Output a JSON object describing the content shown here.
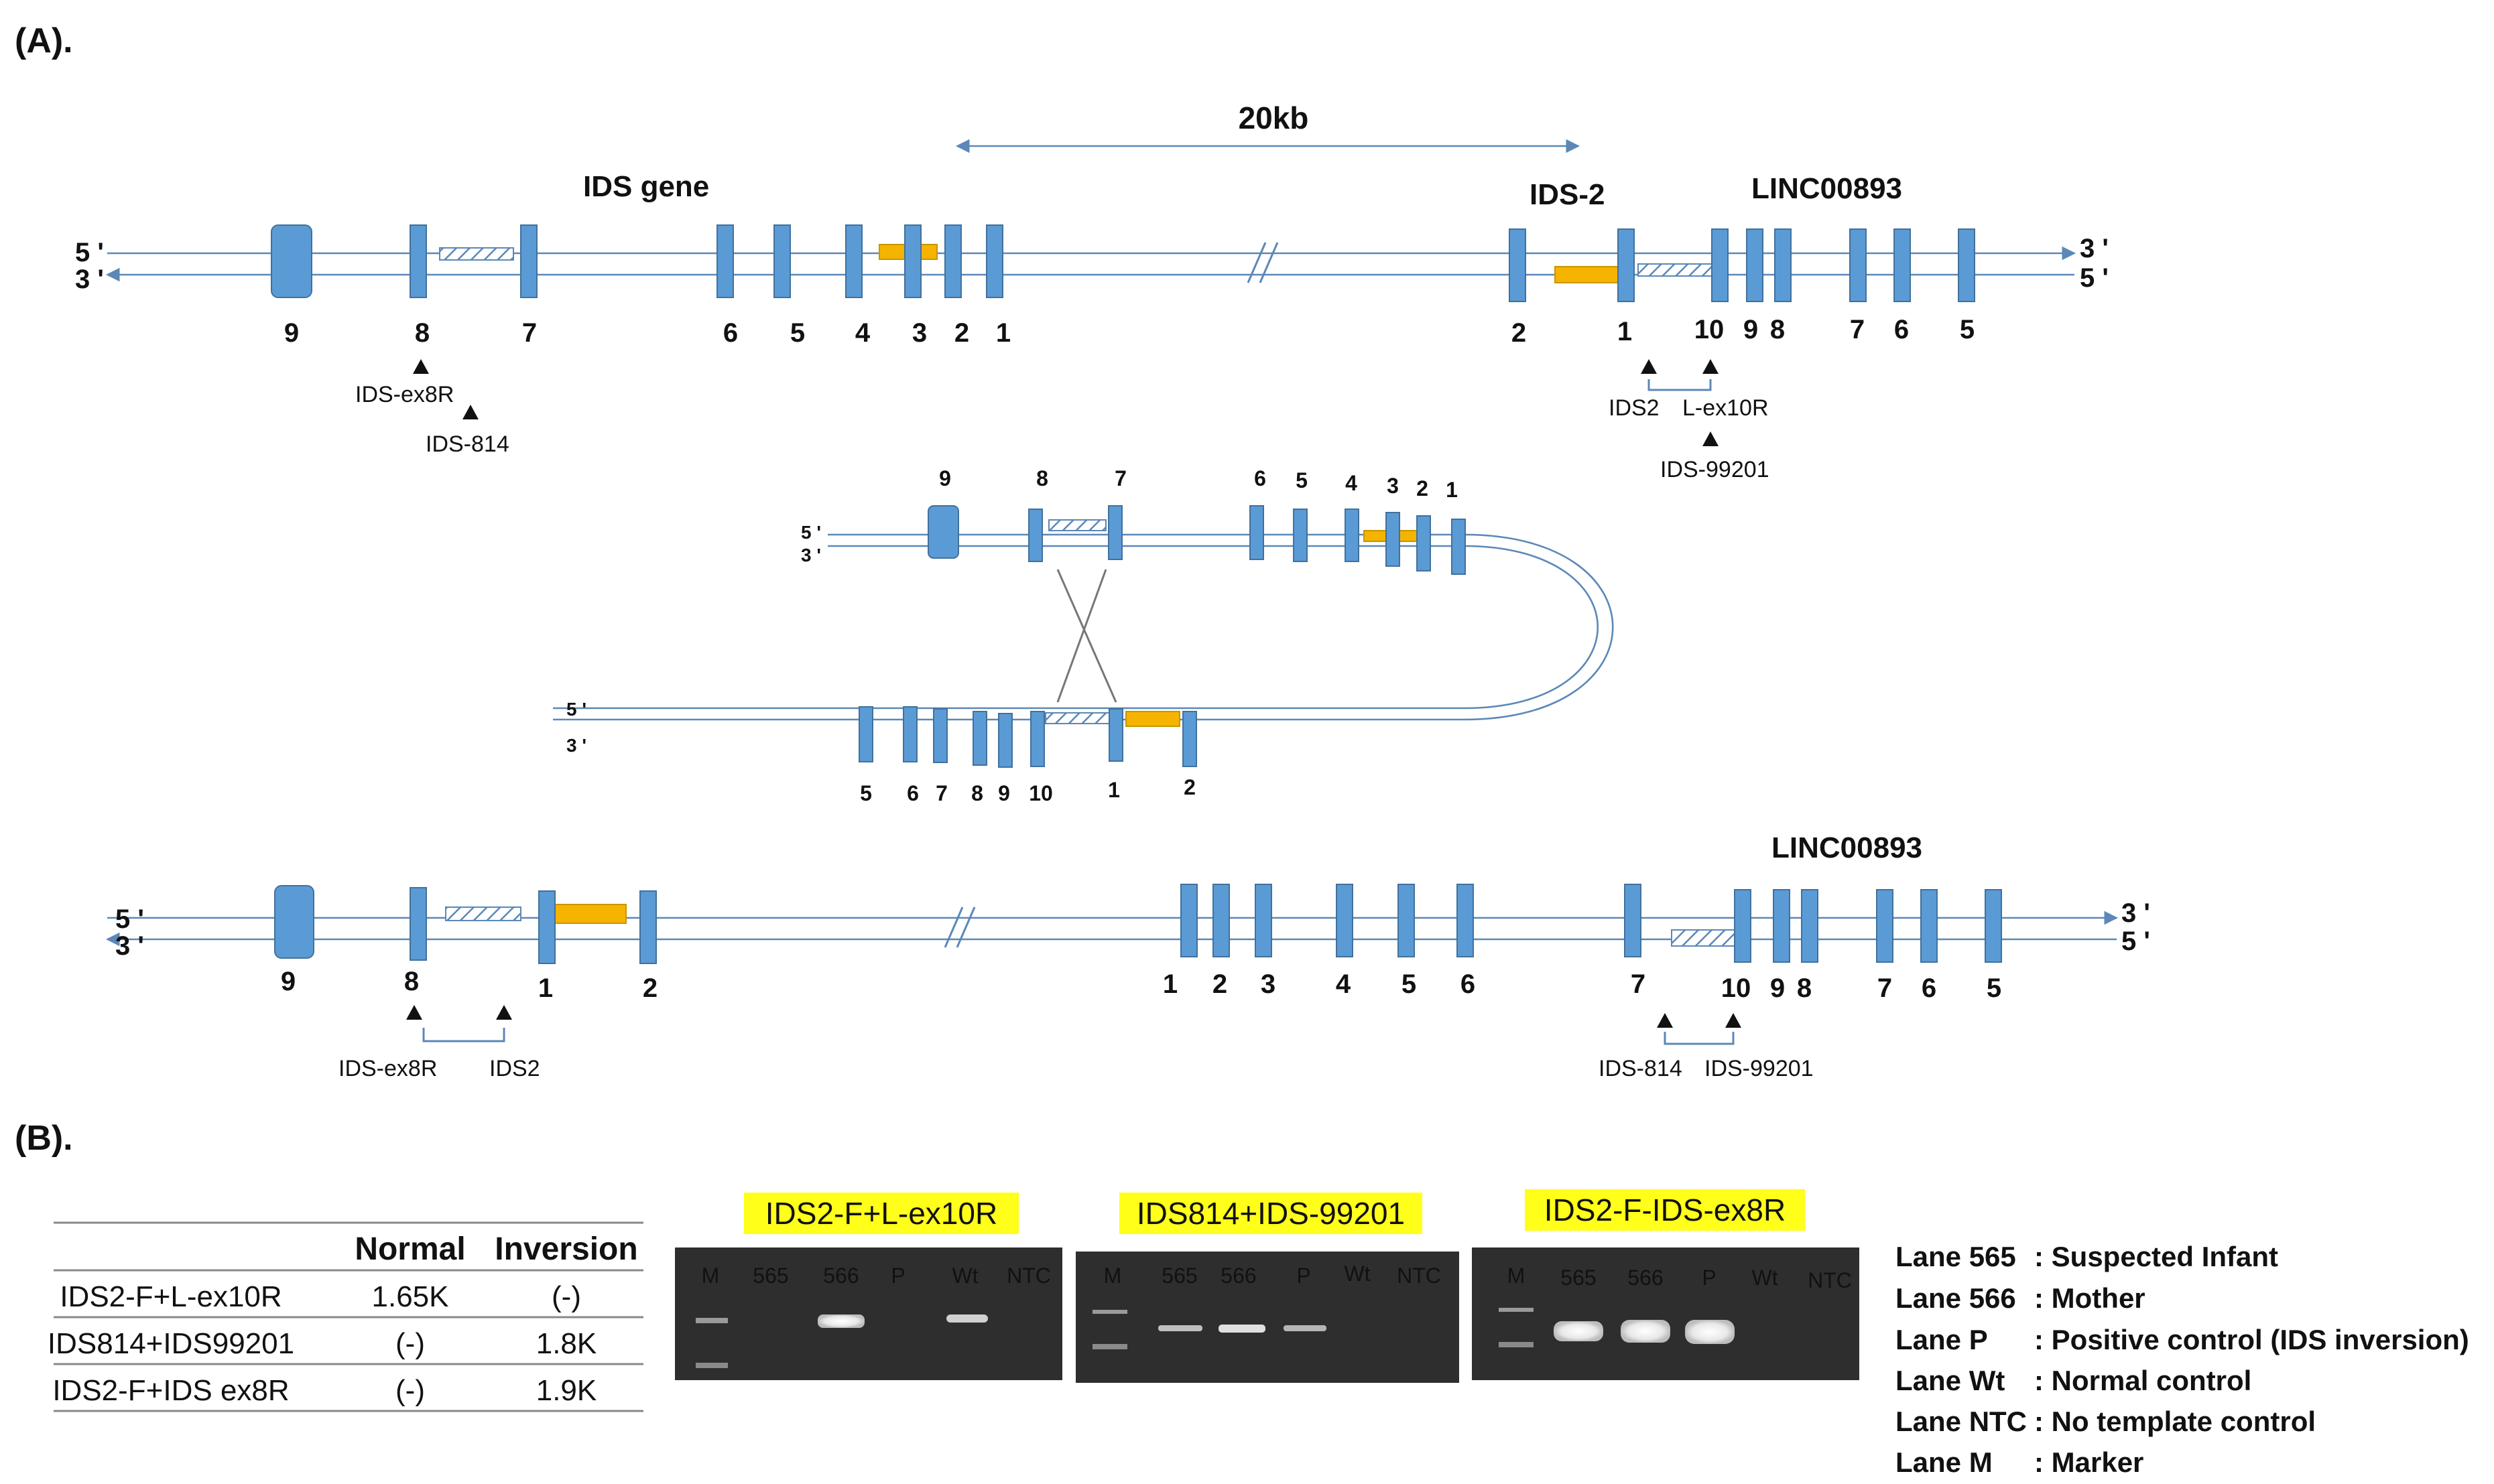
{
  "panels": {
    "a": "(A).",
    "b": "(B)."
  },
  "scale": {
    "label": "20kb"
  },
  "strand_labels": {
    "five": "5 '",
    "three": "3 '"
  },
  "genes": {
    "ids": "IDS gene",
    "ids2": "IDS-2",
    "linc": "LINC00893"
  },
  "top_exons": {
    "ids": [
      "9",
      "8",
      "7",
      "6",
      "5",
      "4",
      "3",
      "2",
      "1"
    ],
    "ids2": [
      "2",
      "1"
    ],
    "linc": [
      "10",
      "9",
      "8",
      "7",
      "6",
      "5"
    ]
  },
  "loop_exons": {
    "upper": [
      "9",
      "8",
      "7",
      "6",
      "5",
      "4",
      "3",
      "2",
      "1"
    ],
    "lower": [
      "5",
      "6",
      "7",
      "8",
      "9",
      "10",
      "1",
      "2"
    ]
  },
  "bottom_exons": [
    "9",
    "8",
    "1",
    "2",
    "1",
    "2",
    "3",
    "4",
    "5",
    "6",
    "7",
    "10",
    "9",
    "8",
    "7",
    "6",
    "5"
  ],
  "primers": {
    "ids_ex8r": "IDS-ex8R",
    "ids_814": "IDS-814",
    "ids2": "IDS2",
    "l_ex10r": "L-ex10R",
    "ids_99201": "IDS-99201"
  },
  "table": {
    "headers": [
      "",
      "Normal",
      "Inversion"
    ],
    "rows": [
      [
        "IDS2-F+L-ex10R",
        "1.65K",
        "(-)"
      ],
      [
        "IDS814+IDS99201",
        "(-)",
        "1.8K"
      ],
      [
        "IDS2-F+IDS ex8R",
        "(-)",
        "1.9K"
      ]
    ]
  },
  "gels": [
    {
      "title": "IDS2-F+L-ex10R",
      "lanes": [
        "M",
        "565",
        "566",
        "P",
        "Wt",
        "NTC"
      ]
    },
    {
      "title": "IDS814+IDS-99201",
      "lanes": [
        "M",
        "565",
        "566",
        "P",
        "Wt",
        "NTC"
      ]
    },
    {
      "title": "IDS2-F-IDS-ex8R",
      "lanes": [
        "M",
        "565",
        "566",
        "P",
        "Wt",
        "NTC"
      ]
    }
  ],
  "legend": [
    {
      "lane": "Lane 565",
      "desc": ": Suspected Infant"
    },
    {
      "lane": "Lane 566",
      "desc": ": Mother"
    },
    {
      "lane": "Lane P",
      "desc": ": Positive control (IDS inversion)"
    },
    {
      "lane": "Lane Wt",
      "desc": ": Normal control"
    },
    {
      "lane": "Lane NTC",
      "desc": ": No template control"
    },
    {
      "lane": "Lane M",
      "desc": ": Marker"
    }
  ],
  "colors": {
    "exon": "#5b9bd5",
    "strand": "#5b88b8",
    "pseudo_region": "#f4b400",
    "highlight": "#ffff1a",
    "gel_background": "#2e2e2e"
  }
}
